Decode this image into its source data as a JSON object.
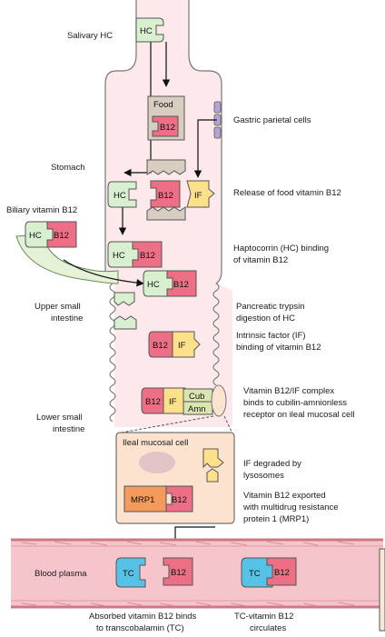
{
  "labels": {
    "salivary_hc": "Salivary HC",
    "gastric_parietal": "Gastric parietal cells",
    "stomach": "Stomach",
    "release_food_b12": "Release of food vitamin B12",
    "biliary_b12": "Biliary vitamin B12",
    "hc_binding_l1": "Haptocorrin (HC) binding",
    "hc_binding_l2": "of vitamin B12",
    "upper_small_l1": "Upper small",
    "upper_small_l2": "intestine",
    "trypsin_l1": "Pancreatic trypsin",
    "trypsin_l2": "digestion of HC",
    "if_binding_l1": "Intrinsic factor (IF)",
    "if_binding_l2": "binding of vitamin B12",
    "complex_l1": "Vitamin B12/IF complex",
    "complex_l2": "binds to cubilin-amnionless",
    "complex_l3": "receptor on ileal mucosal cell",
    "lower_small_l1": "Lower small",
    "lower_small_l2": "intestine",
    "ileal_cell": "Ileal mucosal cell",
    "if_degraded_l1": "IF degraded by",
    "if_degraded_l2": "lysosomes",
    "exported_l1": "Vitamin B12 exported",
    "exported_l2": "with multidrug resistance",
    "exported_l3": "protein 1 (MRP1)",
    "blood_plasma": "Blood plasma",
    "absorbed_l1": "Absorbed vitamin B12 binds",
    "absorbed_l2": "to transcobalamin (TC)",
    "circulates_l1": "TC-vitamin B12",
    "circulates_l2": "circulates"
  },
  "molecules": {
    "hc": "HC",
    "b12": "B12",
    "if": "IF",
    "food": "Food",
    "cub": "Cub",
    "amn": "Amn",
    "mrp1": "MRP1",
    "tc": "TC"
  },
  "colors": {
    "gut_fill": "#fde8ec",
    "gut_stroke": "#777777",
    "hc_fill": "#d8efd0",
    "b12_fill": "#ec6f86",
    "if_fill": "#fce08a",
    "food_fill": "#d7cdc1",
    "cub_fill": "#dbe5b2",
    "mrp1_fill": "#f39a5c",
    "tc_fill": "#56c2e6",
    "cell_fill": "#fbe3cf",
    "vessel_fill": "#f6c5cc",
    "lysosome_fill": "#e2c4c8",
    "membrane_fill": "#b6a4d6"
  }
}
